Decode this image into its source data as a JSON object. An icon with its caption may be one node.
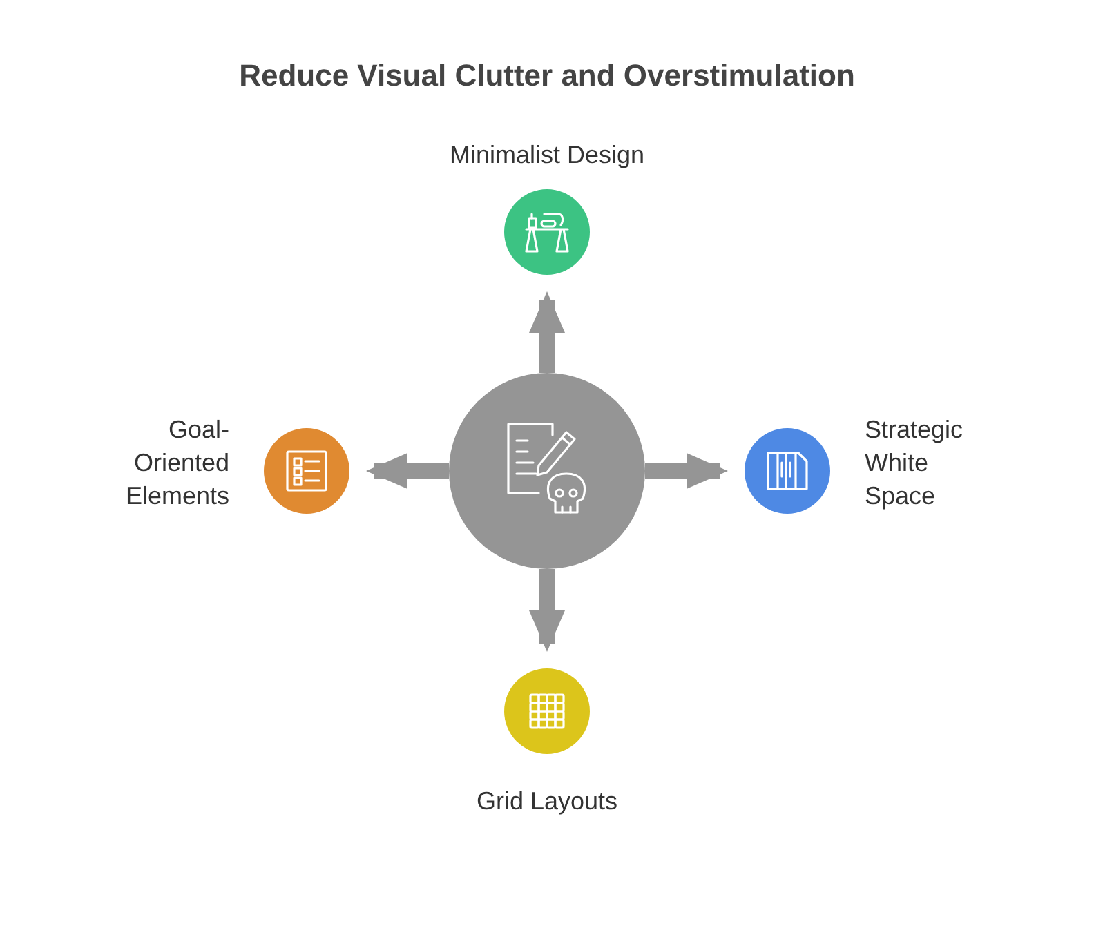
{
  "diagram": {
    "title": "Reduce Visual Clutter and Overstimulation",
    "nodes": [
      {
        "text": [],
        "shape": "circle"
      },
      {
        "text": [],
        "shape": "circle",
        "beside": [
          "Minimalist Design"
        ]
      },
      {
        "text": [],
        "shape": "circle",
        "beside": [
          "Goal-Oriented Elements"
        ]
      },
      {
        "text": [],
        "shape": "circle",
        "beside": [
          "Strategic White Space"
        ]
      },
      {
        "text": [],
        "shape": "circle",
        "beside": [
          "Grid Layouts"
        ]
      }
    ],
    "edges": [
      {
        "from": 0,
        "to": 1,
        "arrow": "to"
      },
      {
        "from": 0,
        "to": 2,
        "arrow": "to"
      },
      {
        "from": 0,
        "to": 3,
        "arrow": "to"
      },
      {
        "from": 0,
        "to": 4,
        "arrow": "to"
      }
    ]
  }
}
